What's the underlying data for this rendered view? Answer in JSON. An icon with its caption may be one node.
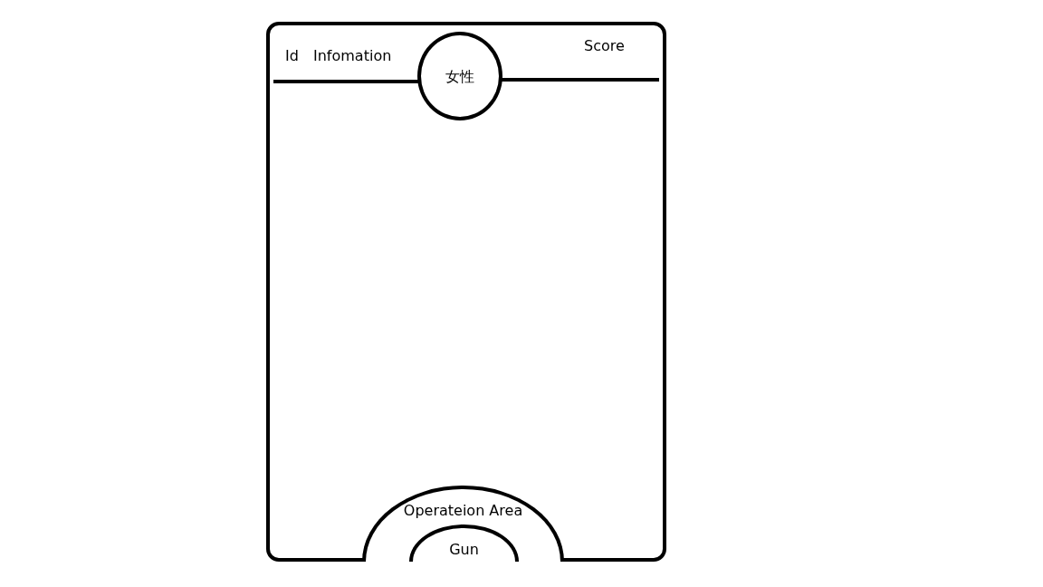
{
  "diagram": {
    "nodes": [
      {
        "text": [],
        "shape": "box"
      },
      {
        "text": [
          "女性"
        ],
        "in": 0
      },
      {
        "text": [
          "Operateion Area"
        ],
        "in": 0
      },
      {
        "text": [
          "Gun"
        ],
        "in": 2
      }
    ],
    "labels": [
      "Id",
      "Infomation",
      "Score"
    ]
  }
}
